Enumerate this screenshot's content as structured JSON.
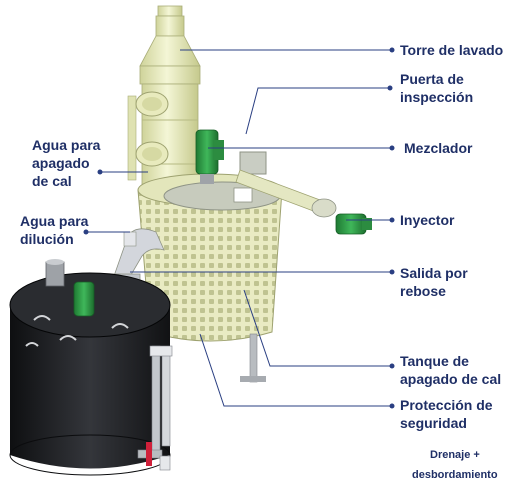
{
  "labels": {
    "torre_lavado": "Torre de lavado",
    "puerta_1": "Puerta de",
    "puerta_2": "inspección",
    "mezclador": "Mezclador",
    "agua_apagado_1": "Agua para",
    "agua_apagado_2": "apagado",
    "agua_apagado_3": "de cal",
    "agua_dilucion_1": "Agua para",
    "agua_dilucion_2": "dilución",
    "inyector": "Inyector",
    "salida_1": "Salida por",
    "salida_2": "rebose",
    "tanque_1": "Tanque de",
    "tanque_2": "apagado de cal",
    "proteccion_1": "Protección de",
    "proteccion_2": "seguridad",
    "drenaje_1": "Drenaje +",
    "drenaje_2": "desbordamiento"
  },
  "colors": {
    "label_text": "#1f2f66",
    "leader_line": "#2a3f82",
    "tower_fill": "#eef0c4",
    "tower_shade": "#cfd39a",
    "motor_green": "#2f9a45",
    "tank_black": "#1e1f22",
    "steel_grey": "#b8bcc0"
  }
}
